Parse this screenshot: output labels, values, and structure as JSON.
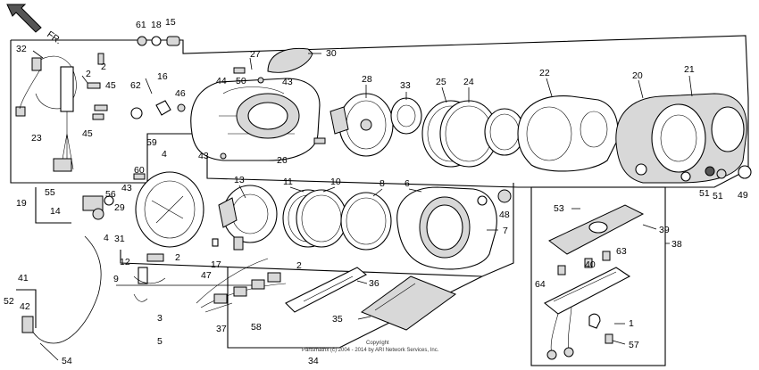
{
  "direction_label": "FR.",
  "copyright": {
    "line1": "Copyright",
    "line2": "Partsmatrix (c) 2004 - 2014 by ARI Network Services, Inc."
  },
  "callouts": {
    "c1": "1",
    "c2": "2",
    "c3": "3",
    "c4": "4",
    "c5": "5",
    "c6": "6",
    "c7": "7",
    "c8": "8",
    "c9": "9",
    "c10": "10",
    "c11": "11",
    "c12": "12",
    "c13": "13",
    "c14": "14",
    "c15": "15",
    "c16": "16",
    "c17": "17",
    "c18": "18",
    "c19": "19",
    "c20": "20",
    "c21": "21",
    "c22": "22",
    "c23": "23",
    "c24": "24",
    "c25": "25",
    "c26": "26",
    "c27": "27",
    "c28": "28",
    "c29": "29",
    "c30": "30",
    "c31": "31",
    "c32": "32",
    "c33": "33",
    "c34": "34",
    "c35": "35",
    "c36": "36",
    "c37": "37",
    "c38": "38",
    "c39": "39",
    "c40": "40",
    "c41": "41",
    "c42": "42",
    "c43": "43",
    "c44": "44",
    "c45": "45",
    "c46": "46",
    "c47": "47",
    "c48": "48",
    "c49": "49",
    "c50": "50",
    "c51": "51",
    "c52": "52",
    "c53": "53",
    "c54": "54",
    "c55": "55",
    "c56": "56",
    "c57": "57",
    "c58": "58",
    "c59": "59",
    "c60": "60",
    "c61": "61",
    "c62": "62",
    "c63": "63",
    "c64": "64"
  }
}
